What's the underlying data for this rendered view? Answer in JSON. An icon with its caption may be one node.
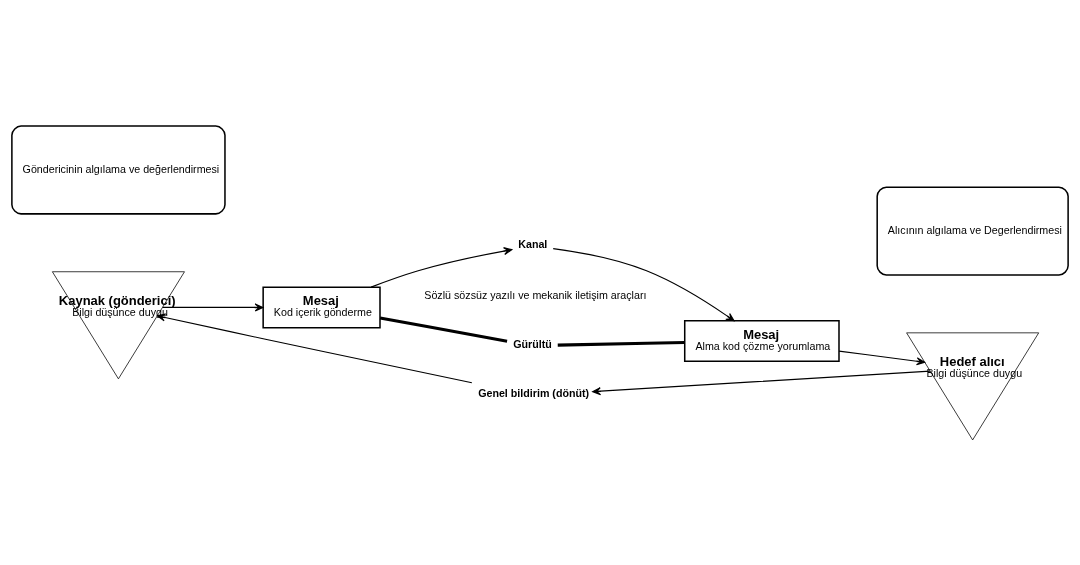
{
  "diagram": {
    "nodes": [
      {
        "text": [
          "Göndericinin algılama ve değerlendirmesi"
        ]
      },
      {
        "text": [
          "Kaynak (gönderici)",
          "Bilgi düşünce duygu"
        ]
      },
      {
        "text": [
          "Mesaj",
          "Kod içerik gönderme"
        ]
      },
      {
        "text": [
          "Kanal"
        ]
      },
      {
        "text": [
          "Mesaj",
          "Alma kod çözme yorumlama"
        ]
      },
      {
        "text": [
          "Alıcının algılama ve Degerlendirmesi"
        ]
      },
      {
        "text": [
          "Hedef alıcı",
          "Bilgi düşünce duygu"
        ]
      },
      {
        "text": [
          "Gürültü"
        ]
      },
      {
        "text": [
          "Genel bildirim (dönüt)"
        ]
      }
    ],
    "edges": [
      {
        "from": 1,
        "to": 2,
        "arrow": "to"
      },
      {
        "from": 2,
        "to": 3,
        "arrow": "to"
      },
      {
        "from": 3,
        "to": 4,
        "arrow": "to"
      },
      {
        "from": 4,
        "to": 6,
        "arrow": "to"
      },
      {
        "from": 7,
        "to": 2,
        "arrow": "none",
        "style": "thick"
      },
      {
        "from": 7,
        "to": 4,
        "arrow": "none",
        "style": "thick"
      },
      {
        "from": 6,
        "to": 8,
        "arrow": "to"
      },
      {
        "from": 8,
        "to": 1,
        "arrow": "to"
      }
    ],
    "labels": [
      "Sözlü sözsüz yazılı ve mekanik iletişim araçları"
    ]
  }
}
